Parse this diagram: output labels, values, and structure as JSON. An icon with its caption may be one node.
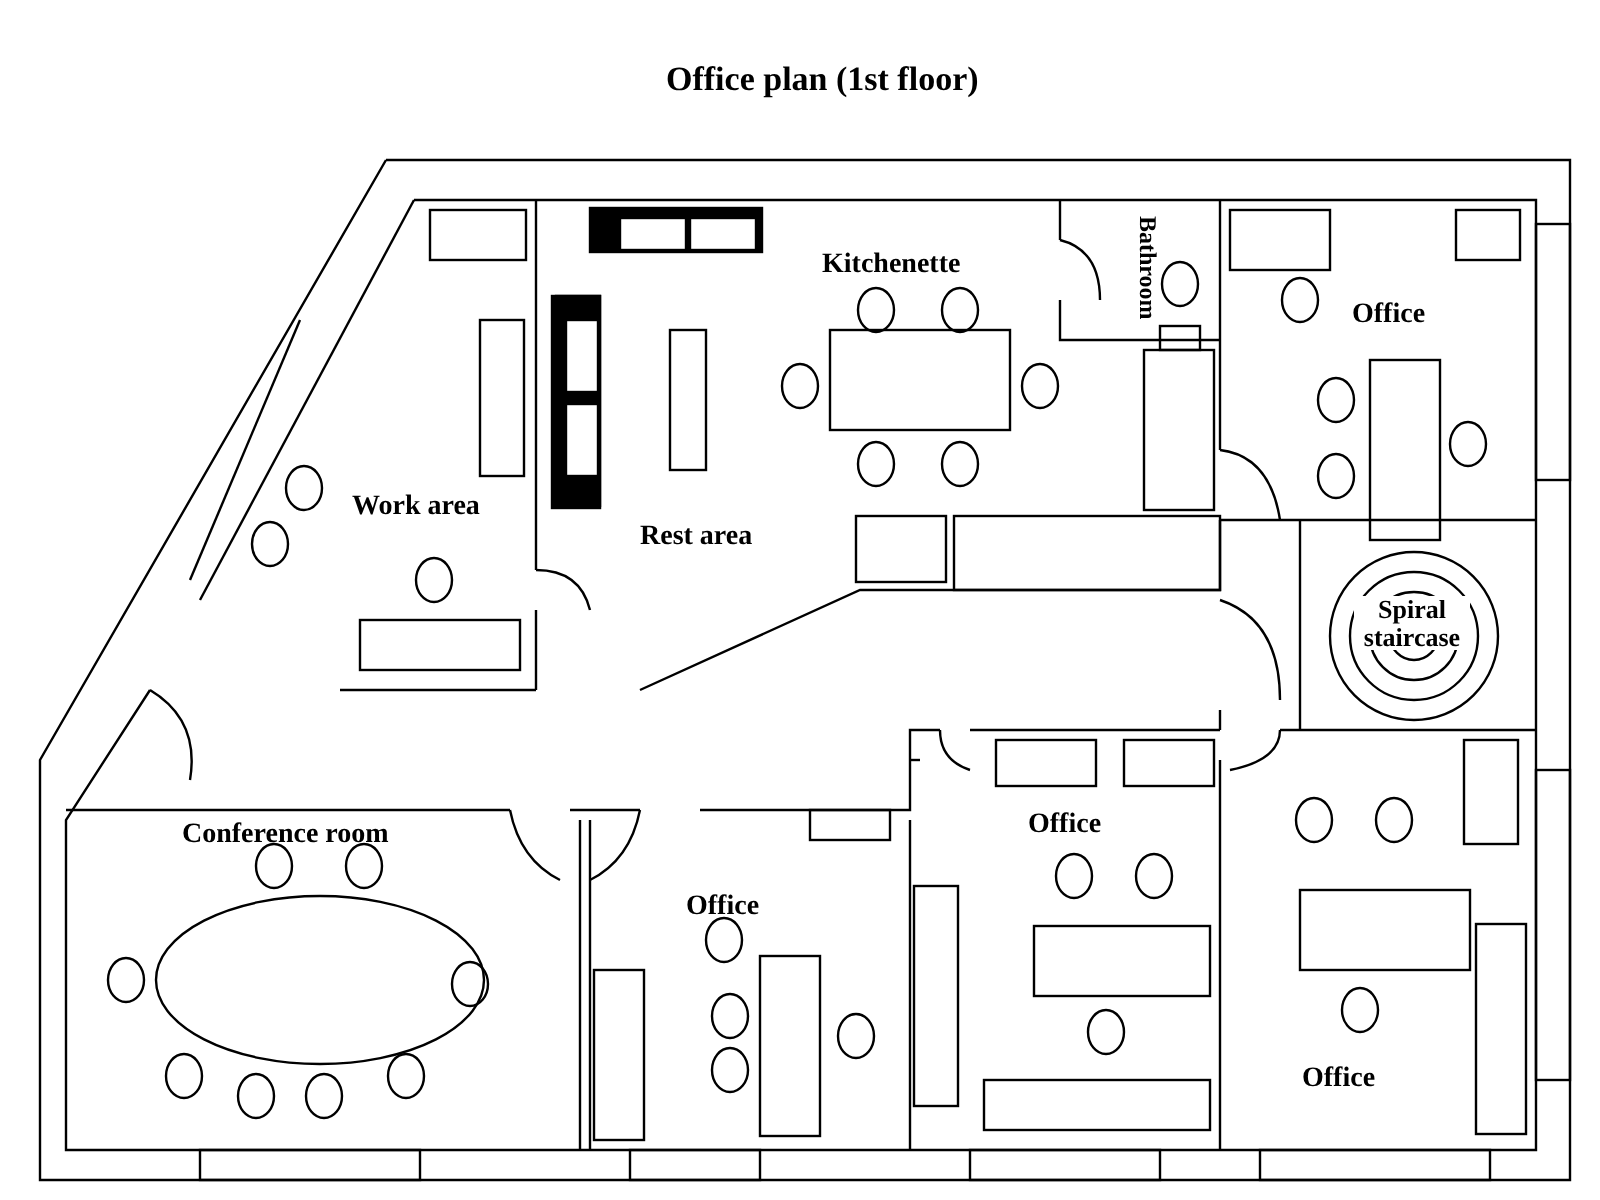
{
  "diagram": {
    "title": "Office plan (1st floor)",
    "labels": [
      "Kitchenette",
      "Bathroom",
      "Office",
      "Work area",
      "Rest area",
      "Spiral staircase",
      "Office",
      "Conference room",
      "Office",
      "Office"
    ]
  }
}
